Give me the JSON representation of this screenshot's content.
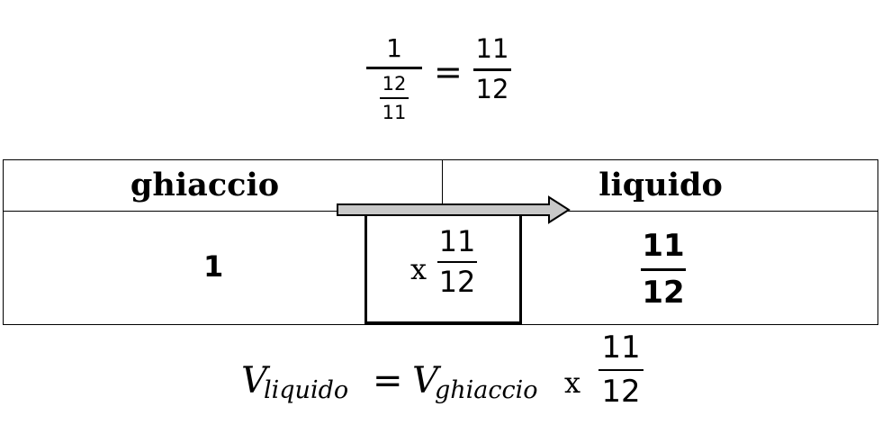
{
  "top_formula": {
    "main_numerator": "1",
    "inner_numerator": "12",
    "inner_denominator": "11",
    "equals": "=",
    "rhs_numerator": "11",
    "rhs_denominator": "12"
  },
  "table": {
    "headers": [
      "ghiaccio",
      "liquido"
    ],
    "ice_value": "1",
    "liquid_value": {
      "numerator": "11",
      "denominator": "12"
    }
  },
  "multiplier": {
    "sign": "x",
    "numerator": "11",
    "denominator": "12"
  },
  "bottom_formula": {
    "v_liquid": "V",
    "v_liquid_sub": "liquido",
    "equals": "=",
    "v_ice": "V",
    "v_ice_sub": "ghiaccio",
    "times": "x",
    "numerator": "11",
    "denominator": "12"
  },
  "colors": {
    "arrow_fill": "#c8c8c8",
    "line": "#000000"
  }
}
